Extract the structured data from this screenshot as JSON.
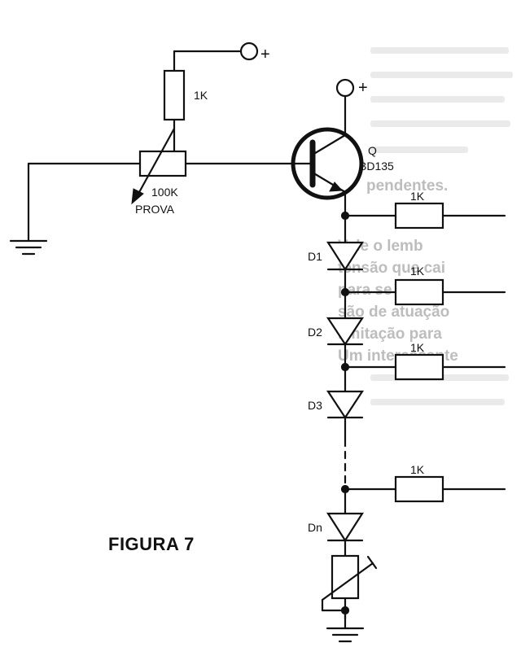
{
  "figure": {
    "caption": "FIGURA 7"
  },
  "labels": {
    "supply_plus_top": "+",
    "supply_plus_transistor": "+",
    "resistor_top": "1K",
    "pot_value": "100K",
    "pot_name": "PROVA",
    "transistor_ref": "Q",
    "transistor_part": "BD135",
    "r1": "1K",
    "r2": "1K",
    "r3": "1K",
    "r4": "1K",
    "d1": "D1",
    "d2": "D2",
    "d3": "D3",
    "dn": "Dn"
  },
  "bleed_text": {
    "line1": "pendentes.",
    "line2": "Vale o lemb",
    "line3": "tensão que cai",
    "line4": "para se obter",
    "line5": "são de atuação",
    "line6": "limitação para",
    "line7": "Um interessante"
  }
}
